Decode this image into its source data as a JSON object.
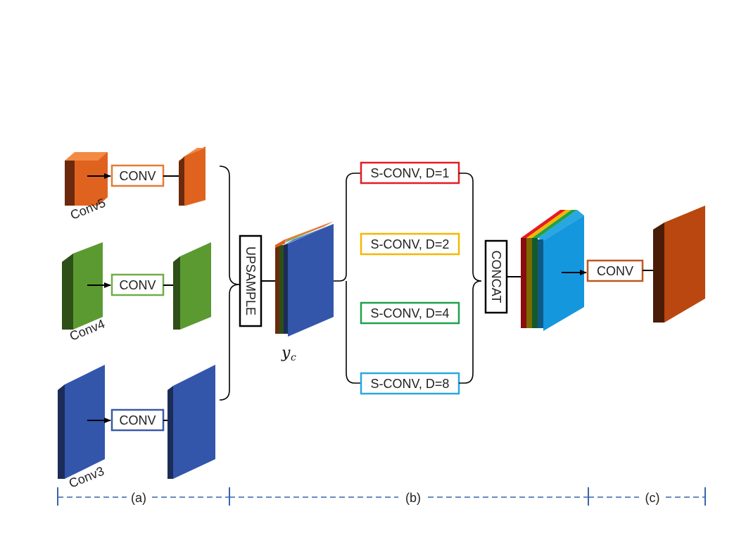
{
  "backbone": {
    "conv5": "Conv5",
    "conv4": "Conv4",
    "conv3": "Conv3"
  },
  "ops": {
    "conv": "CONV",
    "upsample": "UPSAMPLE",
    "concat": "CONCAT"
  },
  "feature": {
    "y_base": "y",
    "y_sub": "c"
  },
  "branches": [
    {
      "label": "S-CONV, D=1",
      "color": "#e31c23"
    },
    {
      "label": "S-CONV, D=2",
      "color": "#f5b800"
    },
    {
      "label": "S-CONV, D=4",
      "color": "#1fa24a"
    },
    {
      "label": "S-CONV, D=8",
      "color": "#2aa7e0"
    }
  ],
  "stages": {
    "a": "(a)",
    "b": "(b)",
    "c": "(c)"
  },
  "colors": {
    "orange": "#e0621f",
    "green": "#5b9a31",
    "blue": "#3356ab",
    "cyan": "#1597de",
    "brown": "#b9470f",
    "stage_line": "#3a64ad",
    "conv_orange": "#e67a35",
    "conv_green": "#70ad47",
    "conv_blue": "#3a5aa8",
    "conv_final": "#c0571e"
  }
}
